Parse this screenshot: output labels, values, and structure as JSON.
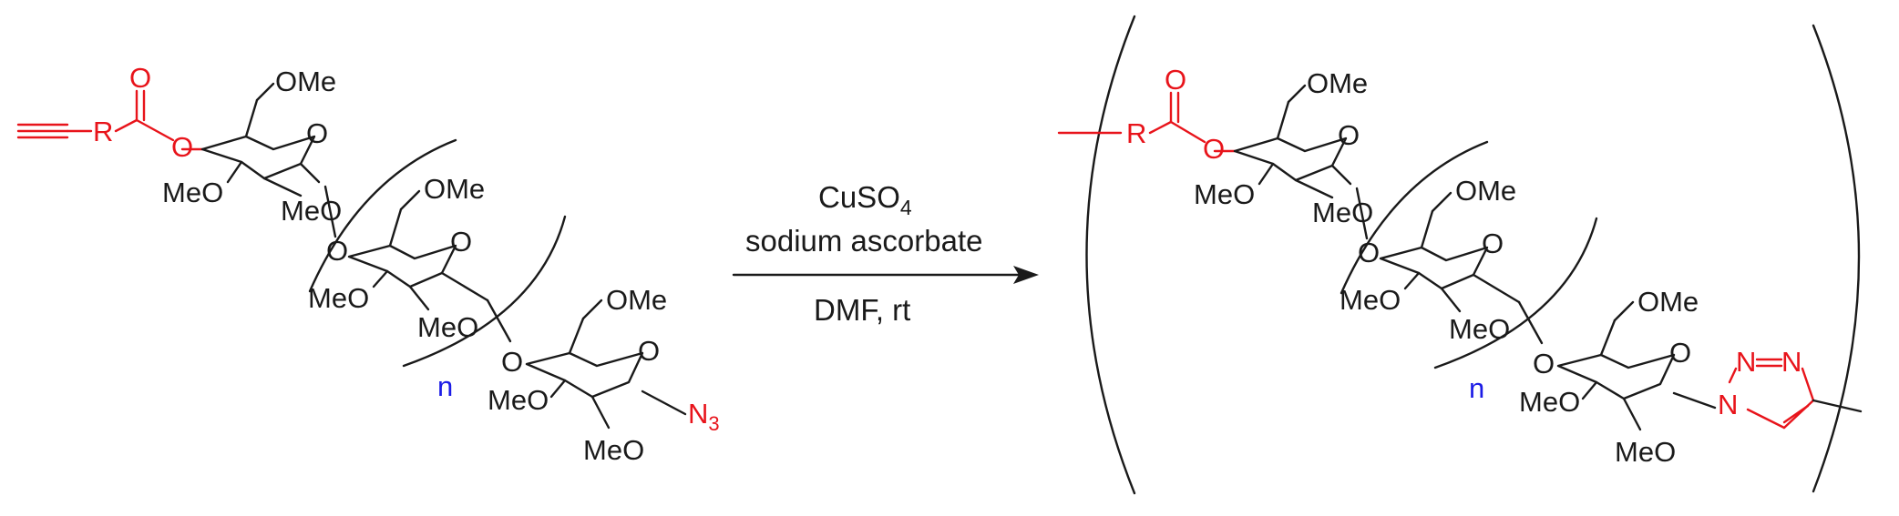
{
  "reactant": {
    "r_label": "R",
    "carbonyl_o": "O",
    "ester_o": "O",
    "ring_o_1": "O",
    "ring_o_2": "O",
    "ring_o_3": "O",
    "link_o_1": "O",
    "link_o_2": "O",
    "ome_1": "OMe",
    "ome_2": "OMe",
    "ome_3": "OMe",
    "meo_1a": "MeO",
    "meo_1b": "MeO",
    "meo_2a": "MeO",
    "meo_2b": "MeO",
    "meo_3a": "MeO",
    "meo_3b": "MeO",
    "repeat_n": "n",
    "azide": "N",
    "azide_sub": "3"
  },
  "conditions": {
    "reagent_1": "CuSO",
    "reagent_1_sub": "4",
    "reagent_2": "sodium ascorbate",
    "solvent": "DMF, rt"
  },
  "product": {
    "r_label": "R",
    "carbonyl_o": "O",
    "ester_o": "O",
    "ring_o_1": "O",
    "ring_o_2": "O",
    "ring_o_3": "O",
    "link_o_1": "O",
    "link_o_2": "O",
    "ome_1": "OMe",
    "ome_2": "OMe",
    "ome_3": "OMe",
    "meo_1a": "MeO",
    "meo_1b": "MeO",
    "meo_2a": "MeO",
    "meo_2b": "MeO",
    "meo_3a": "MeO",
    "meo_3b": "MeO",
    "repeat_n": "n",
    "triazole_n1": "N",
    "triazole_n2": "N",
    "triazole_n3": "N"
  },
  "colors": {
    "bond": "#1a1a1a",
    "highlight": "#e8141b",
    "repeat_label": "#1c1ce6"
  }
}
